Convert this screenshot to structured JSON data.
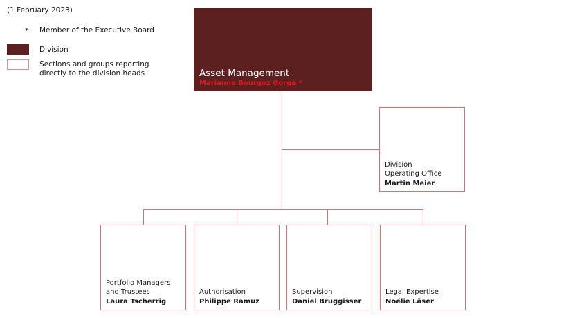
{
  "date_label": "(1 February 2023)",
  "legend": {
    "executive_board_symbol": "*",
    "executive_board_label": "Member of the Executive Board",
    "division_label": "Division",
    "sections_label_line1": "Sections and groups reporting",
    "sections_label_line2": "directly to the division heads"
  },
  "colors": {
    "division_fill": "#5c2020",
    "section_border": "#e26d78",
    "head_name": "#e2161d"
  },
  "division": {
    "title": "Asset Management",
    "head": "Marianne Bourgoz Gorgé *"
  },
  "staff_unit": {
    "line1": "Division",
    "line2": "Operating Office",
    "head": "Martin Meier"
  },
  "sections": [
    {
      "line1": "Portfolio Managers",
      "line2": "and Trustees",
      "head": "Laura Tscherrig"
    },
    {
      "line1": "Authorisation",
      "head": "Philippe Ramuz"
    },
    {
      "line1": "Supervision",
      "head": "Daniel Bruggisser"
    },
    {
      "line1": "Legal Expertise",
      "head": "Noélie Läser"
    }
  ]
}
